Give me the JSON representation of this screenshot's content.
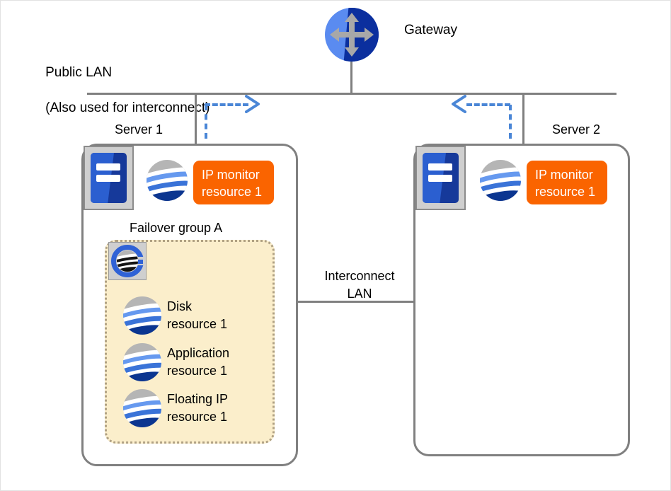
{
  "diagram": {
    "title": "Cluster failover diagram",
    "colors": {
      "line": "#808080",
      "badge": "#fa6400",
      "group_fill": "#fbeecb",
      "group_border": "#b0a183",
      "arrow": "#4a86d6",
      "server_blue_light": "#2b5fd0",
      "server_blue_dark": "#16399a"
    },
    "labels": {
      "public_lan_line1": "Public LAN",
      "public_lan_line2": "(Also used for interconnect)",
      "gateway": "Gateway",
      "interconnect_lan": "Interconnect\nLAN",
      "failover_group": "Failover group A"
    },
    "icons": {
      "gateway": "router-icon",
      "server": "server-machine-icon",
      "resource": "resource-globe-icon",
      "group": "failover-group-icon"
    },
    "servers": [
      {
        "name": "Server 1",
        "monitor_badge": "IP monitor\nresource 1"
      },
      {
        "name": "Server 2",
        "monitor_badge": "IP monitor\nresource 1"
      }
    ],
    "failover_group": {
      "name": "Failover group A",
      "resources": [
        {
          "label": "Disk\nresource 1"
        },
        {
          "label": "Application\nresource 1"
        },
        {
          "label": "Floating IP\nresource 1"
        }
      ]
    }
  }
}
